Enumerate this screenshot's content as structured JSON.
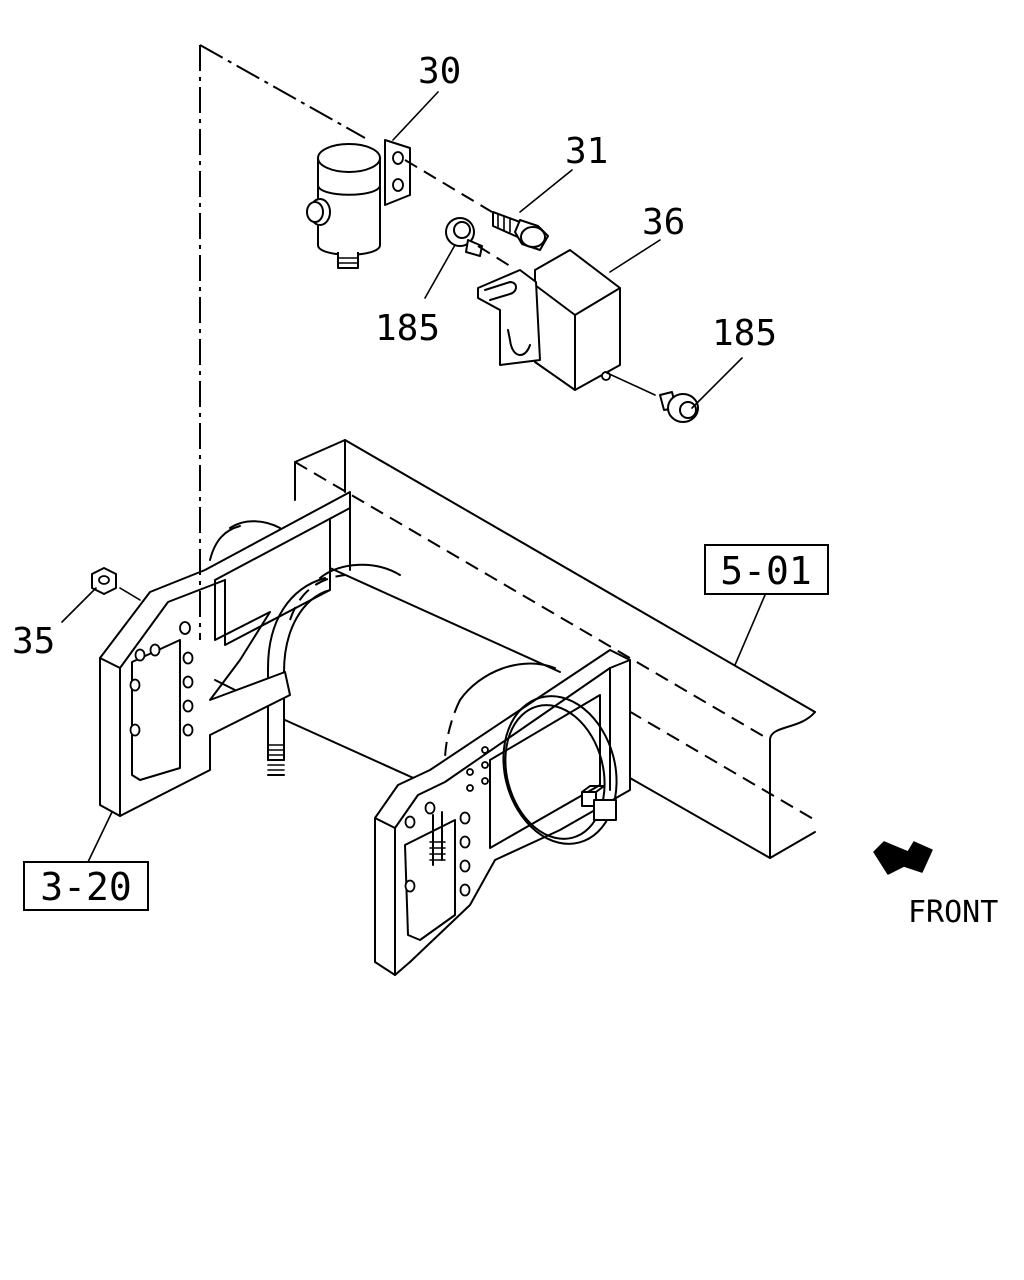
{
  "callouts": {
    "c30": "30",
    "c31": "31",
    "c36": "36",
    "c185a": "185",
    "c185b": "185",
    "c35": "35"
  },
  "references": {
    "r501": "5-01",
    "r320": "3-20"
  },
  "direction": {
    "label": "FRONT"
  }
}
